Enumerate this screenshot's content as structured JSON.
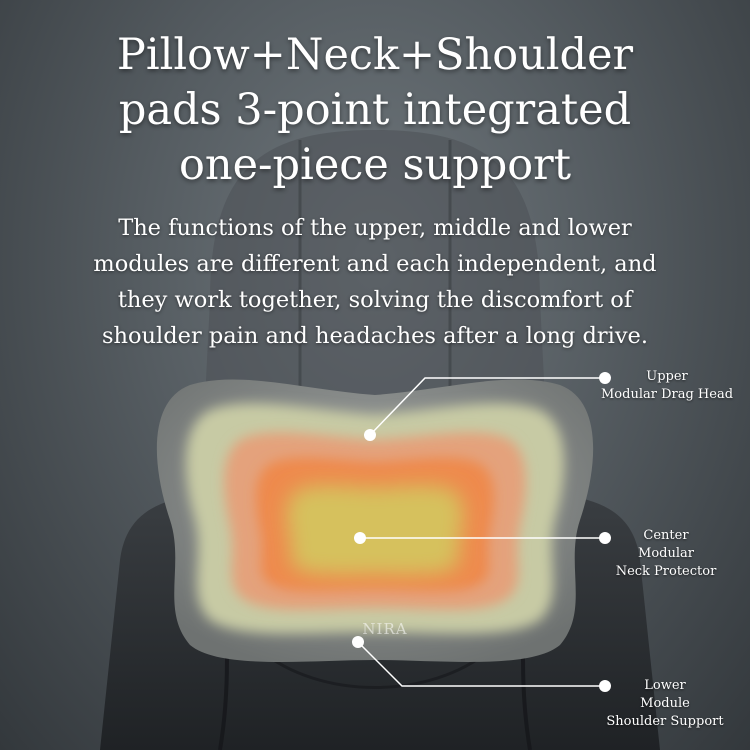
{
  "title": {
    "lines": [
      "Pillow+Neck+Shoulder",
      "pads 3-point integrated",
      "one-piece support"
    ]
  },
  "description": {
    "lines": [
      "The functions of the upper, middle and lower",
      "modules are different and each independent, and",
      "they work together, solving the discomfort of",
      "shoulder pain and headaches after a long drive."
    ]
  },
  "callouts": {
    "upper": {
      "lines": [
        "Upper",
        "Modular Drag Head"
      ]
    },
    "center": {
      "lines": [
        "Center",
        "Modular",
        "Neck Protector"
      ]
    },
    "lower": {
      "lines": [
        "Lower",
        "Module",
        "Shoulder Support"
      ]
    }
  },
  "brand": "NIRA",
  "colors": {
    "background": "#555c61",
    "seat": "#2a2d30",
    "pillow_shell": "#8e9190",
    "zone_outer": "#c7caa4",
    "zone_mid": "#e4a27c",
    "zone_inner": "#ee8a4e",
    "zone_core": "#d6c15d",
    "text": "#ffffff"
  }
}
